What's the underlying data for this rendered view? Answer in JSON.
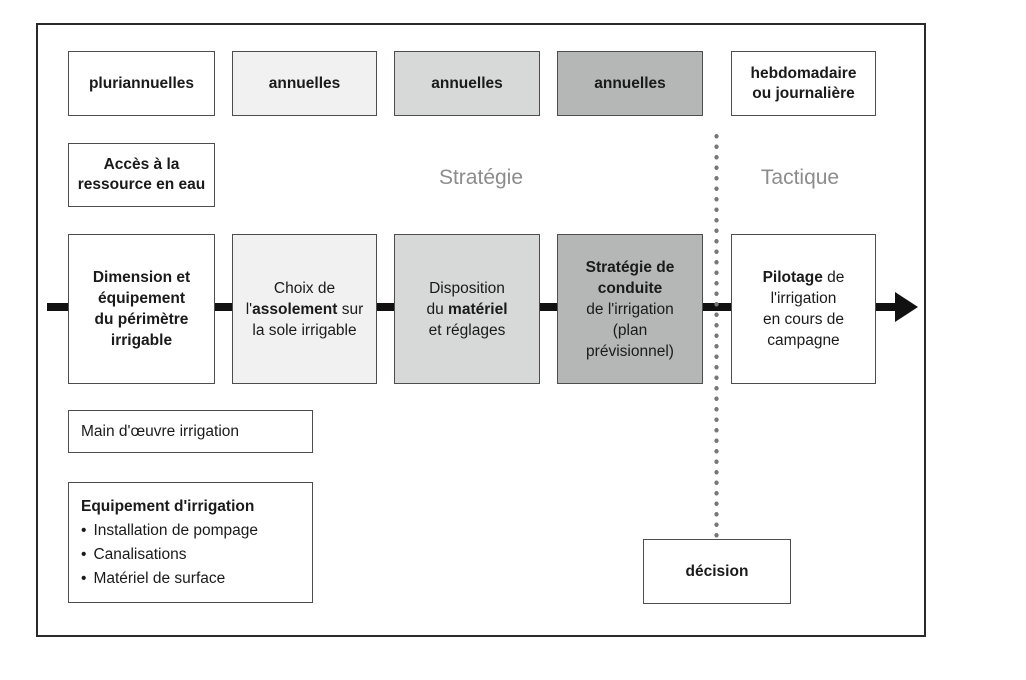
{
  "colors": {
    "frame_border": "#2a2a2a",
    "flow_line": "#111111",
    "separator_dots": "#787878",
    "phase_label_text": "#8c8c8c",
    "fill_white": "#ffffff",
    "fill_light": "#f1f1f1",
    "fill_medium": "#d7d8d8",
    "fill_dark": "#b5b6b6"
  },
  "timescale_row": {
    "boxes": [
      {
        "fill": "#ffffff",
        "lines": [
          [
            {
              "t": "pluriannuelles",
              "b": true
            }
          ]
        ]
      },
      {
        "fill": "#f1f1f1",
        "lines": [
          [
            {
              "t": "annuelles",
              "b": true
            }
          ]
        ]
      },
      {
        "fill": "#d7d8d8",
        "lines": [
          [
            {
              "t": "annuelles",
              "b": true
            }
          ]
        ]
      },
      {
        "fill": "#b5b6b6",
        "lines": [
          [
            {
              "t": "annuelles",
              "b": true
            }
          ]
        ]
      },
      {
        "fill": "#ffffff",
        "lines": [
          [
            {
              "t": "hebdomadaire",
              "b": true
            }
          ],
          [
            {
              "t": "ou journalière",
              "b": true
            }
          ]
        ]
      }
    ]
  },
  "resource_box": {
    "lines": [
      [
        {
          "t": "Accès à la",
          "b": true
        }
      ],
      [
        {
          "t": "ressource en eau",
          "b": true
        }
      ]
    ]
  },
  "phase_labels": {
    "strategy": "Stratégie",
    "tactic": "Tactique"
  },
  "process_row": {
    "boxes": [
      {
        "fill": "#ffffff",
        "lines": [
          [
            {
              "t": "Dimension et",
              "b": true
            }
          ],
          [
            {
              "t": "équipement",
              "b": true
            }
          ],
          [
            {
              "t": "du périmètre",
              "b": true
            }
          ],
          [
            {
              "t": "irrigable",
              "b": true
            }
          ]
        ]
      },
      {
        "fill": "#f1f1f1",
        "lines": [
          [
            {
              "t": "Choix de",
              "b": false
            }
          ],
          [
            {
              "t": "l'",
              "b": false
            },
            {
              "t": "assolement",
              "b": true
            },
            {
              "t": " sur",
              "b": false
            }
          ],
          [
            {
              "t": "la sole irrigable",
              "b": false
            }
          ]
        ]
      },
      {
        "fill": "#d7d8d8",
        "lines": [
          [
            {
              "t": "Disposition",
              "b": false
            }
          ],
          [
            {
              "t": "du ",
              "b": false
            },
            {
              "t": "matériel",
              "b": true
            }
          ],
          [
            {
              "t": "et réglages",
              "b": false
            }
          ]
        ]
      },
      {
        "fill": "#b5b6b6",
        "lines": [
          [
            {
              "t": "Stratégie de",
              "b": true
            }
          ],
          [
            {
              "t": "conduite",
              "b": true
            }
          ],
          [
            {
              "t": "de l'irrigation",
              "b": false
            }
          ],
          [
            {
              "t": "(plan",
              "b": false
            }
          ],
          [
            {
              "t": "prévisionnel)",
              "b": false
            }
          ]
        ]
      },
      {
        "fill": "#ffffff",
        "lines": [
          [
            {
              "t": "Pilotage",
              "b": true
            },
            {
              "t": " de",
              "b": false
            }
          ],
          [
            {
              "t": "l'irrigation",
              "b": false
            }
          ],
          [
            {
              "t": "en cours de",
              "b": false
            }
          ],
          [
            {
              "t": "campagne",
              "b": false
            }
          ]
        ]
      }
    ]
  },
  "labour_box": {
    "label": "Main d'œuvre irrigation"
  },
  "equipment_box": {
    "title": "Equipement d'irrigation",
    "bullet": "•",
    "items": [
      "Installation de pompage",
      "Canalisations",
      "Matériel de surface"
    ]
  },
  "decision_box": {
    "label": "décision"
  }
}
